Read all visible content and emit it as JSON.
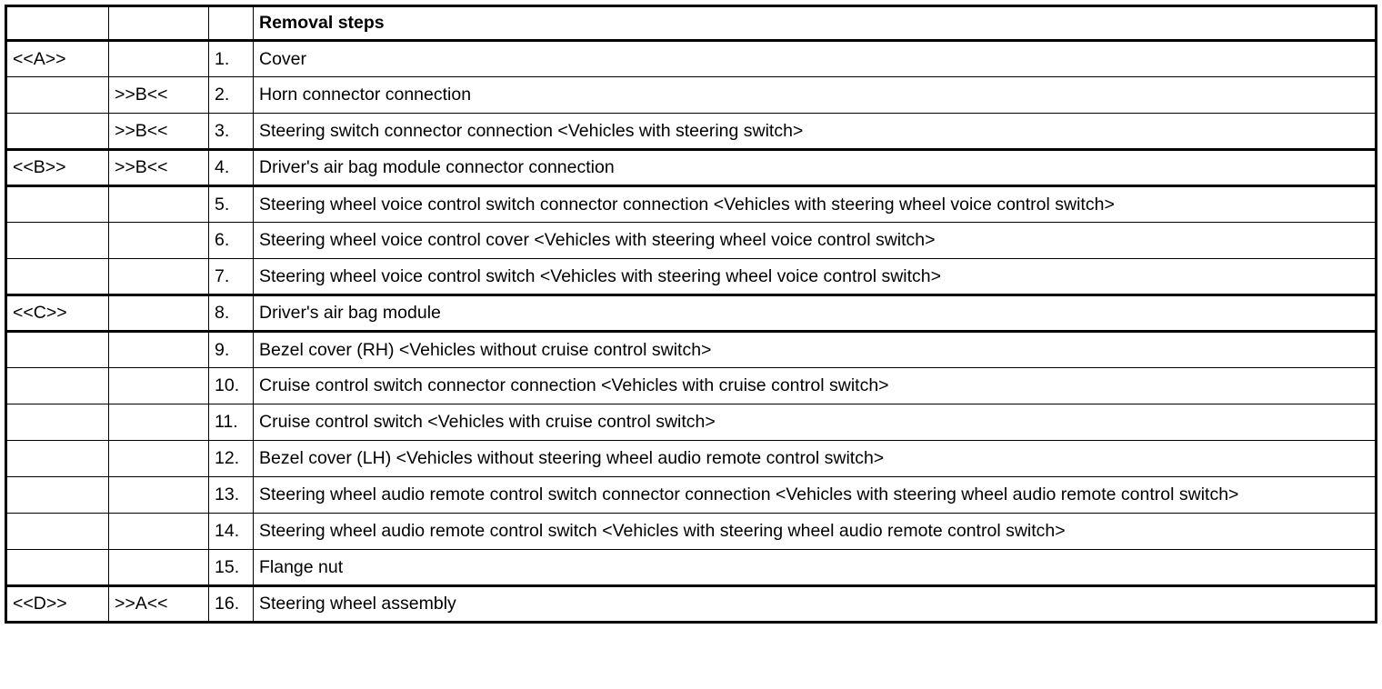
{
  "table": {
    "headers": {
      "col_a": "",
      "col_b": "",
      "col_num": "",
      "col_steps": "Removal steps"
    },
    "rows": [
      {
        "col_a": "<<A>>",
        "col_b": "",
        "num": "1.",
        "step": "Cover"
      },
      {
        "col_a": "",
        "col_b": ">>B<<",
        "num": "2.",
        "step": "Horn connector connection"
      },
      {
        "col_a": "",
        "col_b": ">>B<<",
        "num": "3.",
        "step": "Steering switch connector connection <Vehicles with steering switch>"
      },
      {
        "col_a": "<<B>>",
        "col_b": ">>B<<",
        "num": "4.",
        "step": "Driver's air bag module connector connection"
      },
      {
        "col_a": "",
        "col_b": "",
        "num": "5.",
        "step": "Steering wheel voice control switch connector connection <Vehicles with steering wheel voice control switch>"
      },
      {
        "col_a": "",
        "col_b": "",
        "num": "6.",
        "step": "Steering wheel voice control cover <Vehicles with steering wheel voice control switch>"
      },
      {
        "col_a": "",
        "col_b": "",
        "num": "7.",
        "step": "Steering wheel voice control switch <Vehicles with steering wheel voice control switch>"
      },
      {
        "col_a": "<<C>>",
        "col_b": "",
        "num": "8.",
        "step": "Driver's air bag module"
      },
      {
        "col_a": "",
        "col_b": "",
        "num": "9.",
        "step": "Bezel cover (RH) <Vehicles without cruise control switch>"
      },
      {
        "col_a": "",
        "col_b": "",
        "num": "10.",
        "step": "Cruise control switch connector connection <Vehicles with cruise control switch>"
      },
      {
        "col_a": "",
        "col_b": "",
        "num": "11.",
        "step": "Cruise control switch <Vehicles with cruise control switch>"
      },
      {
        "col_a": "",
        "col_b": "",
        "num": "12.",
        "step": "Bezel cover (LH) <Vehicles without steering wheel audio remote control switch>"
      },
      {
        "col_a": "",
        "col_b": "",
        "num": "13.",
        "step": "Steering wheel audio remote control switch connector connection <Vehicles with steering wheel audio remote control switch>"
      },
      {
        "col_a": "",
        "col_b": "",
        "num": "14.",
        "step": "Steering wheel audio remote control switch <Vehicles with steering wheel audio remote control switch>"
      },
      {
        "col_a": "",
        "col_b": "",
        "num": "15.",
        "step": "Flange nut"
      },
      {
        "col_a": "<<D>>",
        "col_b": ">>A<<",
        "num": "16.",
        "step": "Steering wheel assembly"
      }
    ]
  },
  "colors": {
    "border": "#000000",
    "text": "#000000",
    "background": "#ffffff"
  }
}
